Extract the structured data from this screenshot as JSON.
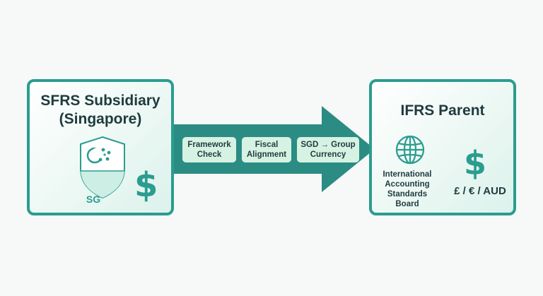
{
  "left_box": {
    "title_line1": "SFRS Subsidiary",
    "title_line2": "(Singapore)",
    "badge": "SG",
    "currency_symbol": "$"
  },
  "right_box": {
    "title": "IFRS Parent",
    "iasb_line1": "International",
    "iasb_line2": "Accounting",
    "iasb_line3": "Standards",
    "iasb_line4": "Board",
    "currency_symbol": "$",
    "currencies": "£ / € / AUD"
  },
  "steps": [
    {
      "line1": "Framework",
      "line2": "Check"
    },
    {
      "line1": "Fiscal",
      "line2": "Alignment"
    },
    {
      "line1": "SGD → Group",
      "line2": "Currency"
    }
  ],
  "colors": {
    "teal": "#2a9d8f",
    "arrow": "#2b8c83",
    "pill": "#d6f2e3"
  },
  "icons": [
    "shield-icon",
    "crescent-icon",
    "star-icon",
    "globe-icon",
    "dollar-icon"
  ]
}
